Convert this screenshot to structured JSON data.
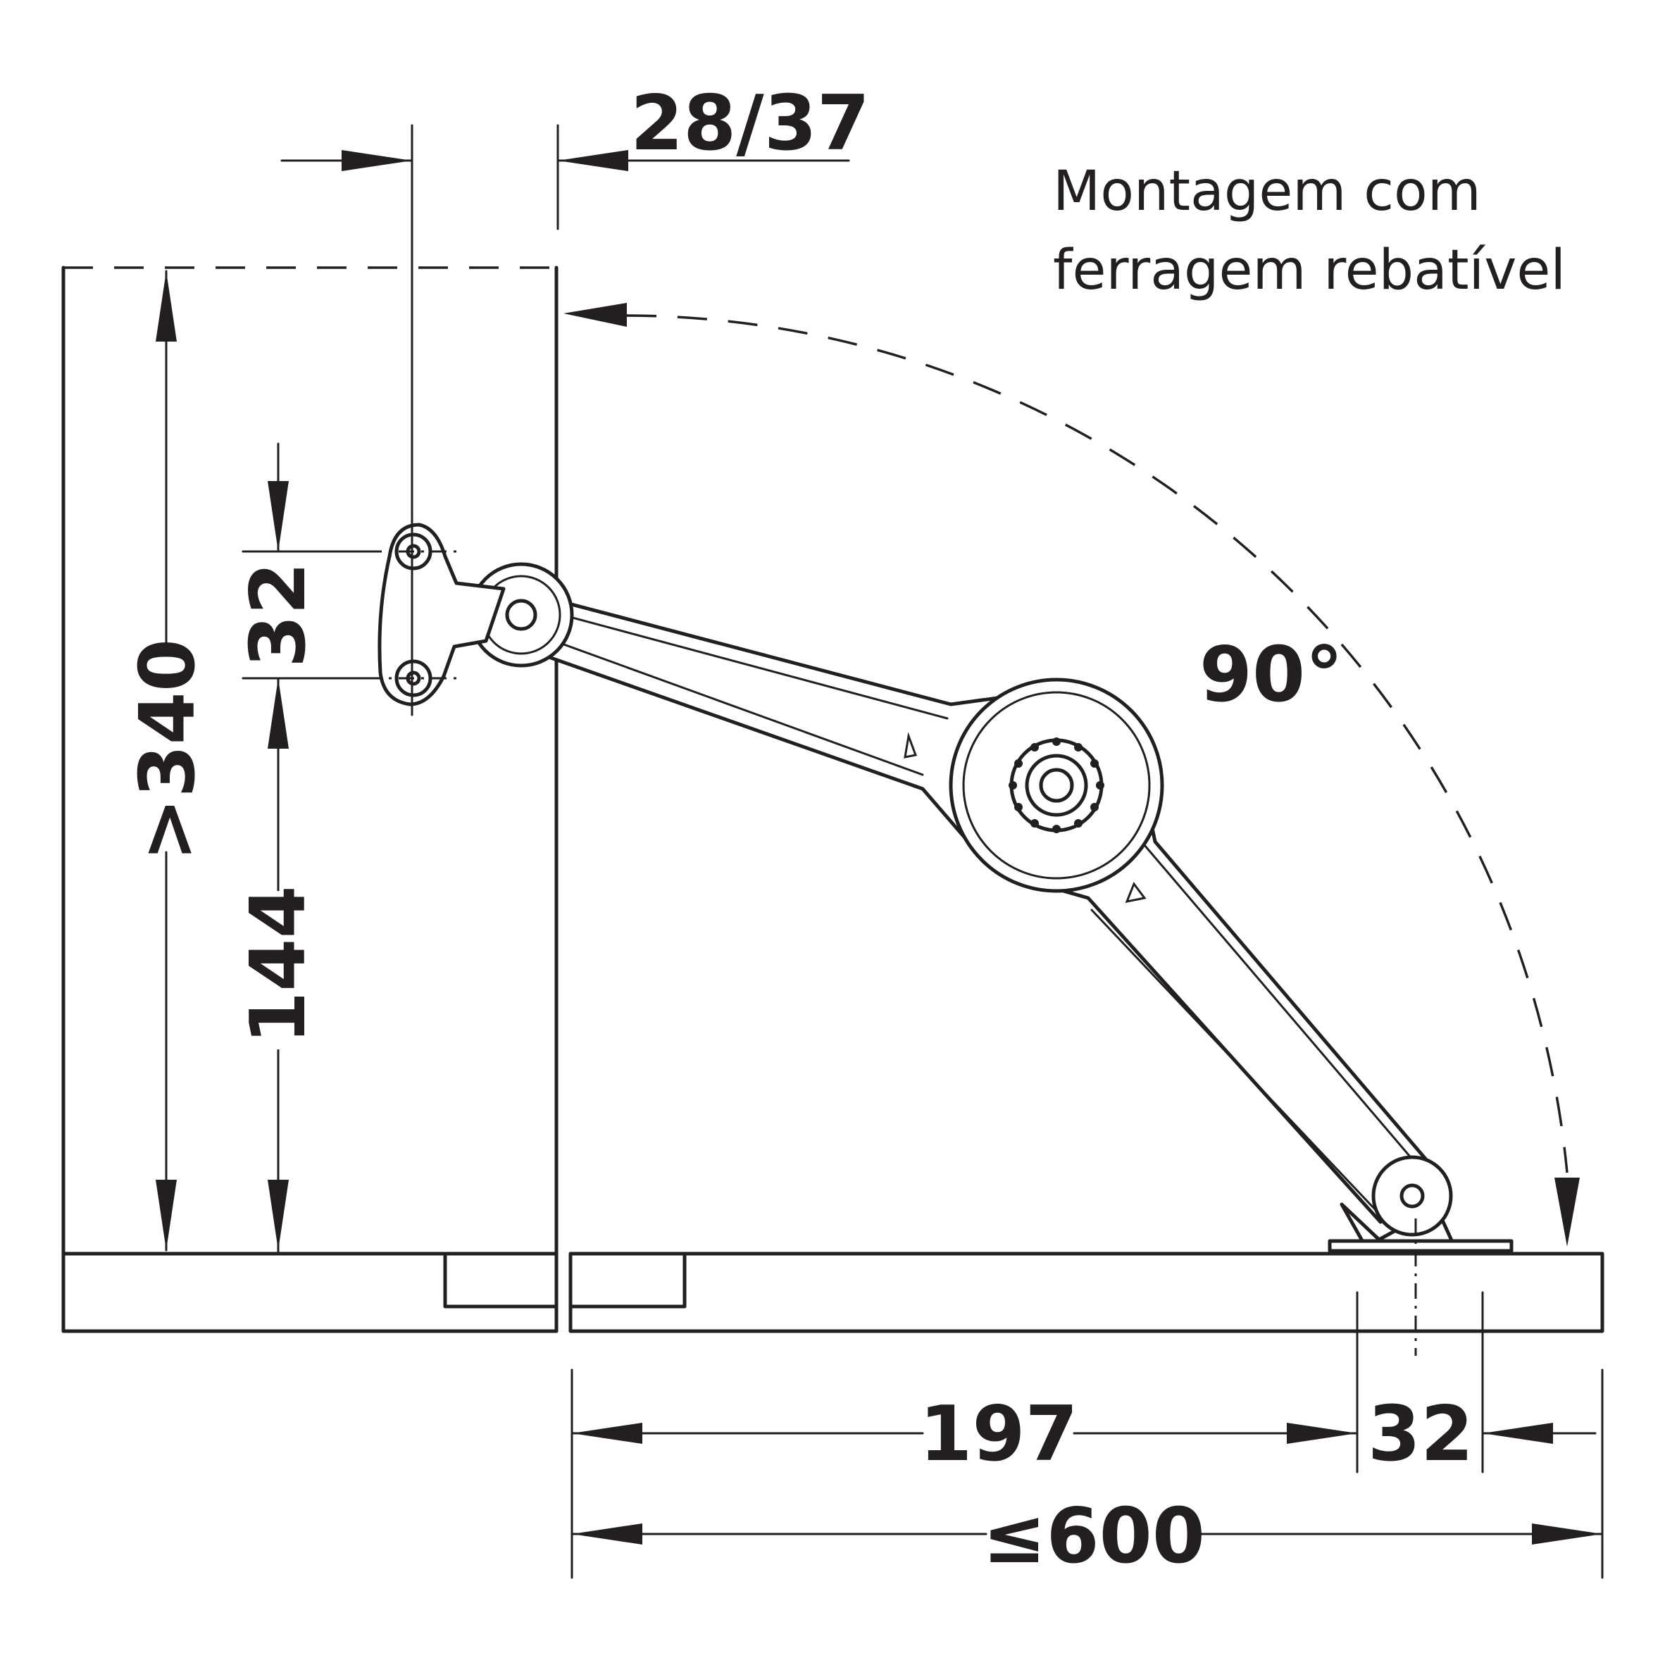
{
  "title_line1": "Montagem com",
  "title_line2": "ferragem rebatível",
  "angle_label": "90°",
  "dims": {
    "top_offset": "28/37",
    "height_min": ">340",
    "hole_spacing_vertical": "32",
    "mount_height": "144",
    "base_offset": "197",
    "base_hole_spacing": "32",
    "width_max": "≤600"
  }
}
